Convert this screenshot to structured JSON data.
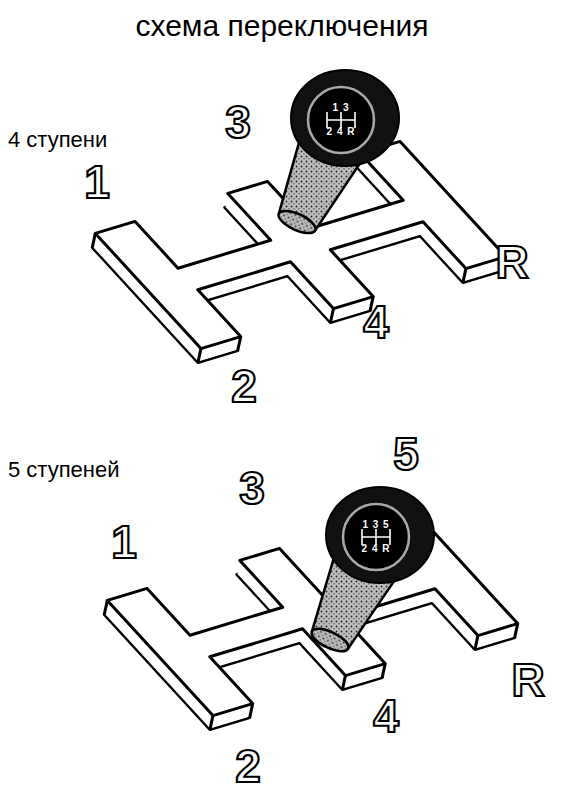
{
  "diagram": {
    "title": "схема переключения",
    "labels": [
      "4 ступени",
      "1",
      "3",
      "R",
      "4",
      "2",
      "1 3",
      "2 4 R",
      "5 ступеней",
      "1",
      "3",
      "5",
      "R",
      "4",
      "2",
      "1 3 5",
      "2 4 R"
    ]
  }
}
